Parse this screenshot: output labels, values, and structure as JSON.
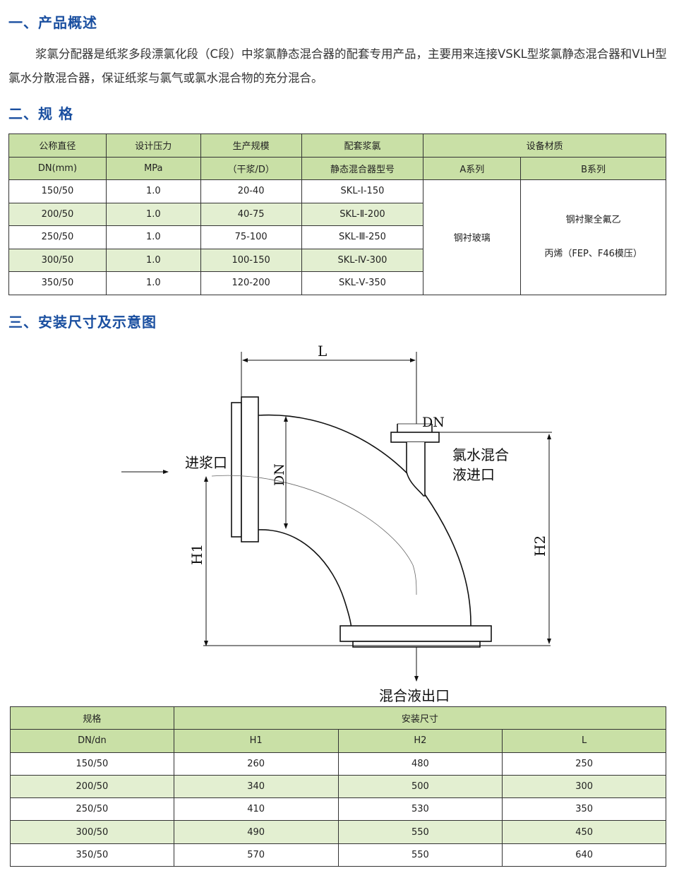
{
  "sections": {
    "overview_title": "一、产品概述",
    "overview_text": "浆氯分配器是纸浆多段漂氯化段（C段）中浆氯静态混合器的配套专用产品，主要用来连接VSKL型浆氯静态混合器和VLH型氯水分散混合器，保证纸浆与氯气或氯水混合物的充分混合。",
    "spec_title": "二、规 格",
    "install_title": "三、安装尺寸及示意图"
  },
  "spec_table": {
    "headers": {
      "dn_line1": "公称直径",
      "dn_line2": "DN(mm)",
      "pressure_line1": "设计压力",
      "pressure_line2": "MPa",
      "scale_line1": "生产规模",
      "scale_line2": "（干浆/D）",
      "mixer_line1": "配套浆氯",
      "mixer_line2": "静态混合器型号",
      "material": "设备材质",
      "series_a": "A系列",
      "series_b": "B系列"
    },
    "rows": [
      {
        "dn": "150/50",
        "pressure": "1.0",
        "scale": "20-40",
        "model": "SKL-Ⅰ-150"
      },
      {
        "dn": "200/50",
        "pressure": "1.0",
        "scale": "40-75",
        "model": "SKL-Ⅱ-200"
      },
      {
        "dn": "250/50",
        "pressure": "1.0",
        "scale": "75-100",
        "model": "SKL-Ⅲ-250"
      },
      {
        "dn": "300/50",
        "pressure": "1.0",
        "scale": "100-150",
        "model": "SKL-Ⅳ-300"
      },
      {
        "dn": "350/50",
        "pressure": "1.0",
        "scale": "120-200",
        "model": "SKL-Ⅴ-350"
      }
    ],
    "material_a": "钢衬玻璃",
    "material_b_line1": "钢衬聚全氟乙",
    "material_b_line2": "丙烯（FEP、F46模压）"
  },
  "diagram": {
    "label_L": "L",
    "label_DN_top": "DN",
    "label_DN_vertical": "DN",
    "label_inlet": "进浆口",
    "label_chlorine_line1": "氯水混合",
    "label_chlorine_line2": "液进口",
    "label_H1": "H1",
    "label_H2": "H2",
    "label_outlet": "混合液出口"
  },
  "dims_table": {
    "headers": {
      "spec_line1": "规格",
      "spec_line2": "DN/dn",
      "install": "安装尺寸",
      "h1": "H1",
      "h2": "H2",
      "l": "L"
    },
    "rows": [
      {
        "spec": "150/50",
        "h1": "260",
        "h2": "480",
        "l": "250"
      },
      {
        "spec": "200/50",
        "h1": "340",
        "h2": "500",
        "l": "300"
      },
      {
        "spec": "250/50",
        "h1": "410",
        "h2": "530",
        "l": "350"
      },
      {
        "spec": "300/50",
        "h1": "490",
        "h2": "550",
        "l": "450"
      },
      {
        "spec": "350/50",
        "h1": "570",
        "h2": "550",
        "l": "640"
      }
    ]
  },
  "colors": {
    "heading": "#1a4fa0",
    "header_fill": "#c9e0a6",
    "stripe_fill": "#e3efd1"
  }
}
